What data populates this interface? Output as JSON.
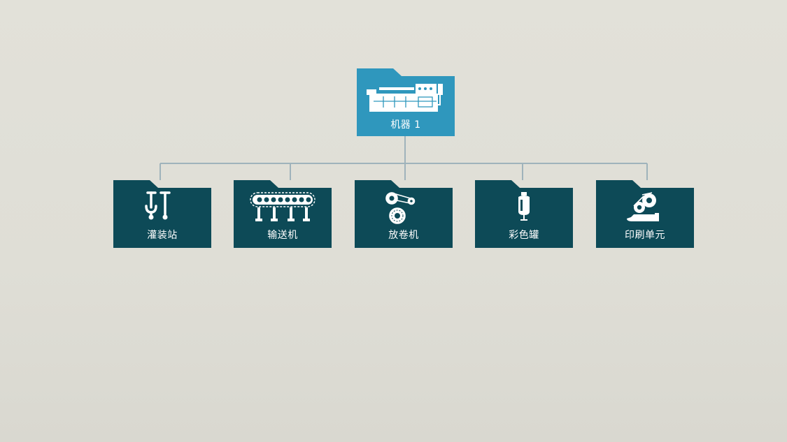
{
  "colors": {
    "root": "#2f97bd",
    "child": "#0d4a57",
    "line": "#9fb3bb",
    "icon": "#ffffff"
  },
  "root": {
    "label": "机器 1",
    "icon": "machine-icon"
  },
  "children": [
    {
      "label": "灌装站",
      "icon": "filling-station-icon"
    },
    {
      "label": "输送机",
      "icon": "conveyor-icon"
    },
    {
      "label": "放卷机",
      "icon": "unwinder-icon"
    },
    {
      "label": "彩色罐",
      "icon": "color-tank-icon"
    },
    {
      "label": "印刷单元",
      "icon": "printing-unit-icon"
    }
  ]
}
